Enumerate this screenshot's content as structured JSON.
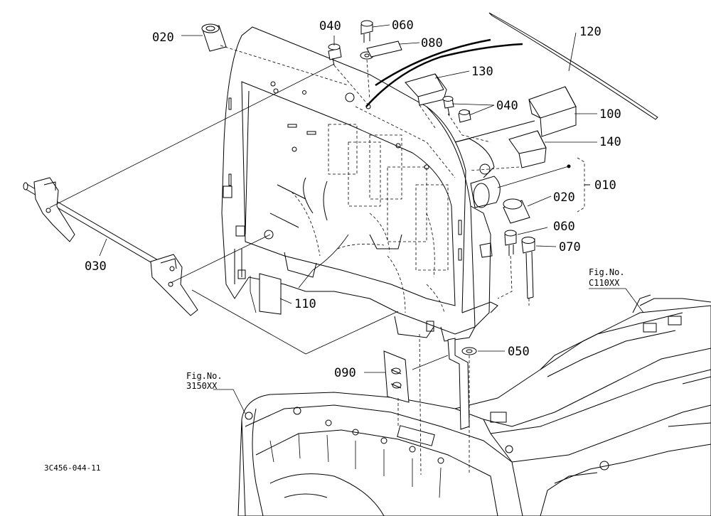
{
  "parts": {
    "p010": "010",
    "p020a": "020",
    "p020b": "020",
    "p030": "030",
    "p040a": "040",
    "p040b": "040",
    "p050": "050",
    "p060a": "060",
    "p060b": "060",
    "p070": "070",
    "p080": "080",
    "p090": "090",
    "p100": "100",
    "p110": "110",
    "p120": "120",
    "p130": "130",
    "p140": "140"
  },
  "refs": {
    "left_label": "Fig.No.",
    "left_code": "3150XX",
    "right_label": "Fig.No.",
    "right_code": "C110XX"
  },
  "diagram_code": "3C456-044-11"
}
